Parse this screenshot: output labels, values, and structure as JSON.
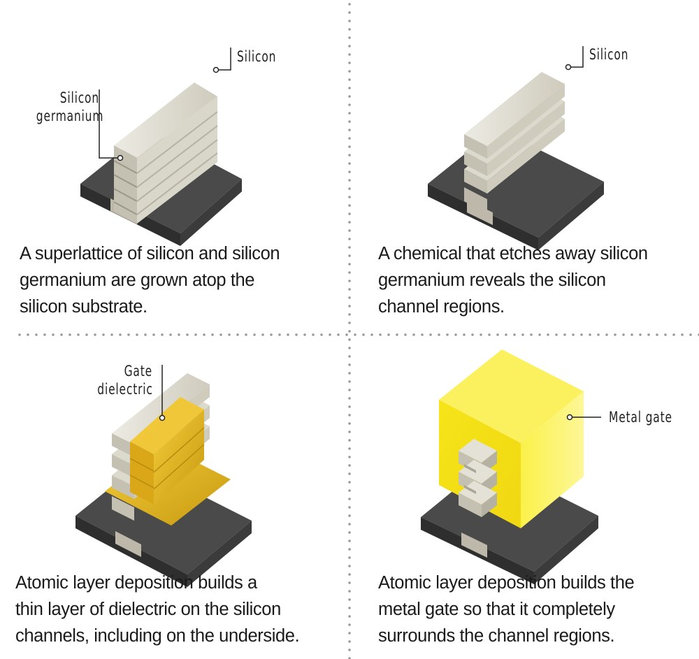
{
  "panels": [
    {
      "caption_lines": [
        "A superlattice of silicon and silicon",
        "germanium are grown atop the",
        "silicon substrate."
      ],
      "labels": {
        "silicon": "Silicon",
        "silicon_germanium_lines": [
          "Silicon",
          "germanium"
        ]
      }
    },
    {
      "caption_lines": [
        "A chemical that etches away silicon",
        "germanium reveals the silicon",
        "channel regions."
      ],
      "labels": {
        "silicon": "Silicon"
      }
    },
    {
      "caption_lines": [
        "Atomic layer deposition builds a",
        "thin layer of dielectric on the silicon",
        "channels, including on the underside."
      ],
      "labels": {
        "gate_dielectric_lines": [
          "Gate",
          "dielectric"
        ]
      }
    },
    {
      "caption_lines": [
        "Atomic layer deposition builds the",
        "metal gate so that it completely",
        "surrounds the channel regions."
      ],
      "labels": {
        "metal_gate": "Metal gate"
      }
    }
  ],
  "colors": {
    "substrate": "#3a3a3a",
    "silicon": "#d8d4c6",
    "silicon_germanium": "#bdb8aa",
    "dielectric": "#e6b418",
    "metal_gate": "#f4e31c",
    "divider": "#9a9a9a"
  }
}
